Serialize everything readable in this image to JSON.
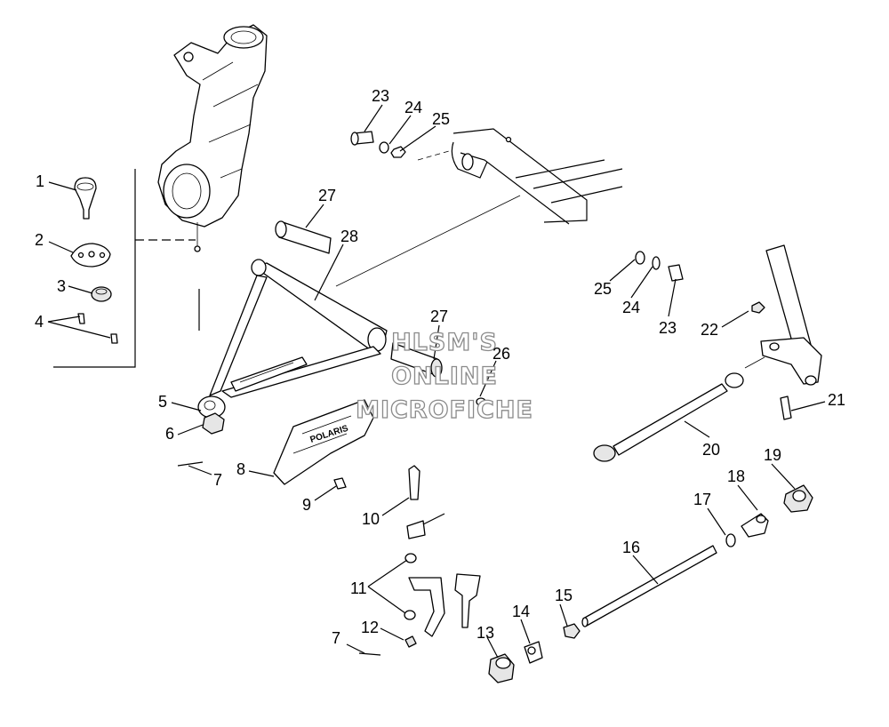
{
  "diagram": {
    "watermark": [
      "HLSM'S",
      "ONLINE",
      "MICROFICHE"
    ],
    "callouts": [
      {
        "id": "c1",
        "text": "1"
      },
      {
        "id": "c2",
        "text": "2"
      },
      {
        "id": "c3",
        "text": "3"
      },
      {
        "id": "c4",
        "text": "4"
      },
      {
        "id": "c5",
        "text": "5"
      },
      {
        "id": "c6",
        "text": "6"
      },
      {
        "id": "c7a",
        "text": "7"
      },
      {
        "id": "c7b",
        "text": "7"
      },
      {
        "id": "c8",
        "text": "8"
      },
      {
        "id": "c9",
        "text": "9"
      },
      {
        "id": "c10",
        "text": "10"
      },
      {
        "id": "c11",
        "text": "11"
      },
      {
        "id": "c12",
        "text": "12"
      },
      {
        "id": "c13",
        "text": "13"
      },
      {
        "id": "c14",
        "text": "14"
      },
      {
        "id": "c15",
        "text": "15"
      },
      {
        "id": "c16",
        "text": "16"
      },
      {
        "id": "c17",
        "text": "17"
      },
      {
        "id": "c18",
        "text": "18"
      },
      {
        "id": "c19",
        "text": "19"
      },
      {
        "id": "c20",
        "text": "20"
      },
      {
        "id": "c21",
        "text": "21"
      },
      {
        "id": "c22",
        "text": "22"
      },
      {
        "id": "c23a",
        "text": "23"
      },
      {
        "id": "c24a",
        "text": "24"
      },
      {
        "id": "c25a",
        "text": "25"
      },
      {
        "id": "c25b",
        "text": "25"
      },
      {
        "id": "c24b",
        "text": "24"
      },
      {
        "id": "c23b",
        "text": "23"
      },
      {
        "id": "c26",
        "text": "26"
      },
      {
        "id": "c27a",
        "text": "27"
      },
      {
        "id": "c27b",
        "text": "27"
      },
      {
        "id": "c28",
        "text": "28"
      }
    ]
  }
}
